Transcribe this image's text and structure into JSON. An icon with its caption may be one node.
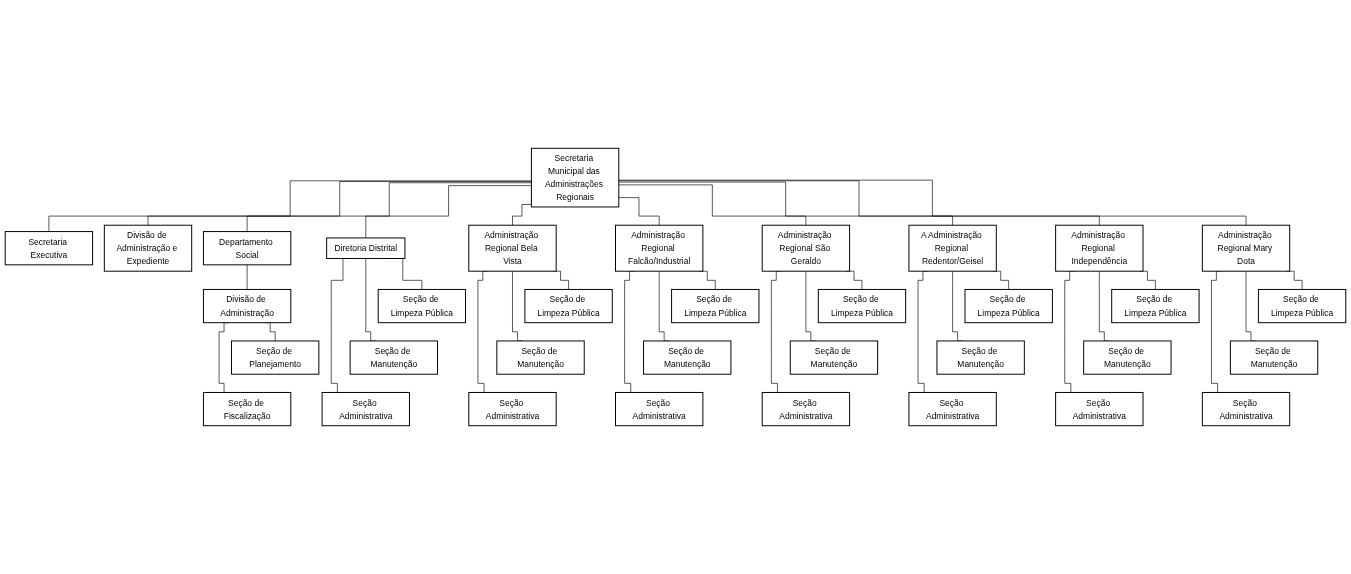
{
  "diagram": {
    "nodes": [
      {
        "text": [
          "Secretaria Municipal das Administrações Regionais"
        ]
      },
      {
        "text": [
          "Secretaria Executiva"
        ]
      },
      {
        "text": [
          "Divisão de Administração e Expediente"
        ]
      },
      {
        "text": [
          "Departamento Social"
        ]
      },
      {
        "text": [
          "Divisão de Administração"
        ]
      },
      {
        "text": [
          "Seção de Planejamento"
        ]
      },
      {
        "text": [
          "Seção de Fiscalização"
        ]
      },
      {
        "text": [
          "Diretoria Distrital"
        ]
      },
      {
        "text": [
          "Seção de Limpeza Pública"
        ]
      },
      {
        "text": [
          "Seção de Manutenção"
        ]
      },
      {
        "text": [
          "Seção Administrativa"
        ]
      },
      {
        "text": [
          "Administração Regional Bela Vista"
        ]
      },
      {
        "text": [
          "Seção de Limpeza Pública"
        ]
      },
      {
        "text": [
          "Seção de Manutenção"
        ]
      },
      {
        "text": [
          "Seção Administrativa"
        ]
      },
      {
        "text": [
          "Administração Regional Falcão/Industrial"
        ]
      },
      {
        "text": [
          "Seção de Limpeza Pública"
        ]
      },
      {
        "text": [
          "Seção de Manutenção"
        ]
      },
      {
        "text": [
          "Seção Administrativa"
        ]
      },
      {
        "text": [
          "Administração Regional São Geraldo"
        ]
      },
      {
        "text": [
          "Seção de Limpeza Pública"
        ]
      },
      {
        "text": [
          "Seção de Manutenção"
        ]
      },
      {
        "text": [
          "Seção Administrativa"
        ]
      },
      {
        "text": [
          "A Administração Regional Redentor/Geisel"
        ]
      },
      {
        "text": [
          "Seção de Limpeza Pública"
        ]
      },
      {
        "text": [
          "Seção de Manutenção"
        ]
      },
      {
        "text": [
          "Seção Administrativa"
        ]
      },
      {
        "text": [
          "Administração Regional Independência"
        ]
      },
      {
        "text": [
          "Seção de Limpeza Pública"
        ]
      },
      {
        "text": [
          "Seção de Manutenção"
        ]
      },
      {
        "text": [
          "Seção Administrativa"
        ]
      },
      {
        "text": [
          "Administração Regional Mary Dota"
        ]
      },
      {
        "text": [
          "Seção de Limpeza Pública"
        ]
      },
      {
        "text": [
          "Seção de Manutenção"
        ]
      },
      {
        "text": [
          "Seção Administrativa"
        ]
      }
    ],
    "edges": [
      {
        "from": 0,
        "to": 1,
        "arrow": "none"
      },
      {
        "from": 0,
        "to": 2,
        "arrow": "none"
      },
      {
        "from": 0,
        "to": 3,
        "arrow": "none"
      },
      {
        "from": 0,
        "to": 7,
        "arrow": "none"
      },
      {
        "from": 0,
        "to": 11,
        "arrow": "none"
      },
      {
        "from": 0,
        "to": 15,
        "arrow": "none"
      },
      {
        "from": 0,
        "to": 19,
        "arrow": "none"
      },
      {
        "from": 0,
        "to": 23,
        "arrow": "none"
      },
      {
        "from": 0,
        "to": 27,
        "arrow": "none"
      },
      {
        "from": 0,
        "to": 31,
        "arrow": "none"
      },
      {
        "from": 3,
        "to": 4,
        "arrow": "none"
      },
      {
        "from": 4,
        "to": 5,
        "arrow": "none"
      },
      {
        "from": 4,
        "to": 6,
        "arrow": "none"
      },
      {
        "from": 7,
        "to": 8,
        "arrow": "none"
      },
      {
        "from": 7,
        "to": 9,
        "arrow": "none"
      },
      {
        "from": 7,
        "to": 10,
        "arrow": "none"
      },
      {
        "from": 11,
        "to": 12,
        "arrow": "none"
      },
      {
        "from": 11,
        "to": 13,
        "arrow": "none"
      },
      {
        "from": 11,
        "to": 14,
        "arrow": "none"
      },
      {
        "from": 15,
        "to": 16,
        "arrow": "none"
      },
      {
        "from": 15,
        "to": 17,
        "arrow": "none"
      },
      {
        "from": 15,
        "to": 18,
        "arrow": "none"
      },
      {
        "from": 19,
        "to": 20,
        "arrow": "none"
      },
      {
        "from": 19,
        "to": 21,
        "arrow": "none"
      },
      {
        "from": 19,
        "to": 22,
        "arrow": "none"
      },
      {
        "from": 23,
        "to": 24,
        "arrow": "none"
      },
      {
        "from": 23,
        "to": 25,
        "arrow": "none"
      },
      {
        "from": 23,
        "to": 26,
        "arrow": "none"
      },
      {
        "from": 27,
        "to": 28,
        "arrow": "none"
      },
      {
        "from": 27,
        "to": 29,
        "arrow": "none"
      },
      {
        "from": 27,
        "to": 30,
        "arrow": "none"
      },
      {
        "from": 31,
        "to": 32,
        "arrow": "none"
      },
      {
        "from": 31,
        "to": 33,
        "arrow": "none"
      },
      {
        "from": 31,
        "to": 34,
        "arrow": "none"
      }
    ]
  }
}
